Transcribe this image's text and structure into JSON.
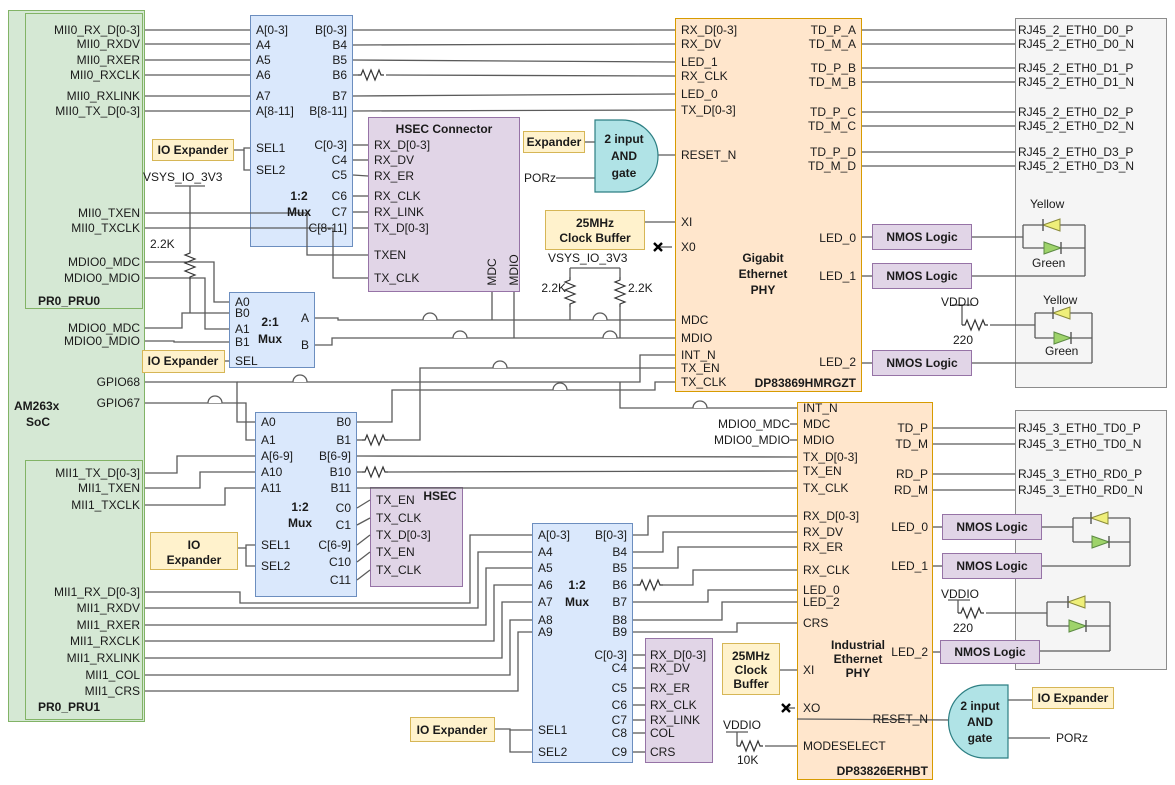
{
  "soc": {
    "title1": "AM263x",
    "title2": "SoC",
    "pru0": "PR0_PRU0",
    "pru1": "PR0_PRU1",
    "signals": [
      "MII0_RX_D[0-3]",
      "MII0_RXDV",
      "MII0_RXER",
      "MII0_RXCLK",
      "MII0_RXLINK",
      "MII0_TX_D[0-3]",
      "MII0_TXEN",
      "MII0_TXCLK",
      "MDIO0_MDC",
      "MDIO0_MDIO",
      "MDIO0_MDC",
      "MDIO0_MDIO",
      "GPIO68",
      "GPIO67",
      "MII1_TX_D[0-3]",
      "MII1_TXEN",
      "MII1_TXCLK",
      "MII1_RX_D[0-3]",
      "MII1_RXDV",
      "MII1_RXER",
      "MII1_RXCLK",
      "MII1_RXLINK",
      "MII1_COL",
      "MII1_CRS"
    ]
  },
  "mux1": {
    "t1": "1:2",
    "t2": "Mux",
    "left": [
      "A[0-3]",
      "A4",
      "A5",
      "A6",
      "A7",
      "A[8-11]",
      "SEL1",
      "SEL2"
    ],
    "right": [
      "B[0-3]",
      "B4",
      "B5",
      "B6",
      "B7",
      "B[8-11]"
    ],
    "c": [
      "C[0-3]",
      "C4",
      "C5",
      "C6",
      "C7",
      "C[8-11]"
    ]
  },
  "mux21": {
    "t1": "2:1",
    "t2": "Mux",
    "pins": [
      "A0",
      "B0",
      "A1",
      "B1",
      "SEL"
    ],
    "out": [
      "A",
      "B"
    ]
  },
  "mux2": {
    "t1": "1:2",
    "t2": "Mux",
    "left": [
      "A0",
      "A1",
      "A[6-9]",
      "A10",
      "A11",
      "SEL1",
      "SEL2"
    ],
    "right": [
      "B0",
      "B1",
      "B[6-9]",
      "B10",
      "B11"
    ],
    "c": [
      "C0",
      "C1",
      "C[6-9]",
      "C10",
      "C11"
    ]
  },
  "mux3": {
    "t1": "1:2",
    "t2": "Mux",
    "left": [
      "A[0-3]",
      "A4",
      "A5",
      "A6",
      "A7",
      "A8",
      "A9",
      "SEL1",
      "SEL2"
    ],
    "right": [
      "B[0-3]",
      "B4",
      "B5",
      "B6",
      "B7",
      "B8",
      "B9"
    ],
    "c": [
      "C[0-3]",
      "C4",
      "C5",
      "C6",
      "C7",
      "C8",
      "C9"
    ]
  },
  "hsec1": {
    "title": "HSEC Connector",
    "pins": [
      "RX_D[0-3]",
      "RX_DV",
      "RX_ER",
      "RX_CLK",
      "RX_LINK",
      "TX_D[0-3]",
      "TXEN",
      "TX_CLK"
    ],
    "mdc": "MDC",
    "mdio": "MDIO"
  },
  "hsec2": {
    "title": "HSEC",
    "pins": [
      "TX_EN",
      "TX_CLK",
      "TX_D[0-3]",
      "TX_EN",
      "TX_CLK"
    ]
  },
  "rxblk": {
    "pins": [
      "RX_D[0-3]",
      "RX_DV",
      "RX_ER",
      "RX_CLK",
      "RX_LINK",
      "COL",
      "CRS"
    ]
  },
  "phy1": {
    "t1": "Gigabit",
    "t2": "Ethernet",
    "t3": "PHY",
    "part": "DP83869HMRGZT",
    "left": [
      "RX_D[0-3]",
      "RX_DV",
      "LED_1",
      "RX_CLK",
      "LED_0",
      "TX_D[0-3]",
      "RESET_N",
      "XI",
      "X0",
      "MDC",
      "MDIO",
      "INT_N",
      "TX_EN",
      "TX_CLK"
    ],
    "right": [
      "TD_P_A",
      "TD_M_A",
      "TD_P_B",
      "TD_M_B",
      "TD_P_C",
      "TD_M_C",
      "TD_P_D",
      "TD_M_D",
      "LED_0",
      "LED_1",
      "LED_2"
    ]
  },
  "phy2": {
    "t1": "Industrial",
    "t2": "Ethernet",
    "t3": "PHY",
    "part": "DP83826ERHBT",
    "left": [
      "INT_N",
      "MDC",
      "MDIO",
      "TX_D[0-3]",
      "TX_EN",
      "TX_CLK",
      "RX_D[0-3]",
      "RX_DV",
      "RX_ER",
      "RX_CLK",
      "LED_0",
      "LED_2",
      "CRS",
      "XI",
      "XO",
      "MODESELECT"
    ],
    "right": [
      "TD_P",
      "TD_M",
      "RD_P",
      "RD_M",
      "LED_0",
      "LED_1",
      "LED_2",
      "RESET_N"
    ]
  },
  "rj45_2": {
    "pins": [
      "RJ45_2_ETH0_D0_P",
      "RJ45_2_ETH0_D0_N",
      "RJ45_2_ETH0_D1_P",
      "RJ45_2_ETH0_D1_N",
      "RJ45_2_ETH0_D2_P",
      "RJ45_2_ETH0_D2_N",
      "RJ45_2_ETH0_D3_P",
      "RJ45_2_ETH0_D3_N"
    ],
    "led1_top": "Yellow",
    "led1_bot": "Green",
    "led2_top": "Yellow",
    "led2_bot": "Green"
  },
  "rj45_3": {
    "pins": [
      "RJ45_3_ETH0_TD0_P",
      "RJ45_3_ETH0_TD0_N",
      "RJ45_3_ETH0_RD0_P",
      "RJ45_3_ETH0_RD0_N"
    ]
  },
  "boxes": {
    "io_expander": "IO Expander",
    "expander": "Expander",
    "io1": "IO",
    "io2": "Expander",
    "nmos": "NMOS Logic"
  },
  "clk1": {
    "l1": "25MHz",
    "l2": "Clock Buffer"
  },
  "clk2": {
    "l1": "25MHz",
    "l2": "Clock",
    "l3": "Buffer"
  },
  "andgate": {
    "l1": "2 input",
    "l2": "AND",
    "l3": "gate"
  },
  "power": {
    "vsys": "VSYS_IO_3V3",
    "vddio": "VDDIO",
    "porz": "PORz"
  },
  "res": {
    "r22": "2.2K",
    "r220": "220",
    "r10k": "10K"
  },
  "ext": {
    "mdc": "MDIO0_MDC",
    "mdio": "MDIO0_MDIO"
  },
  "colors": {
    "green": "#d5e8d4",
    "blue": "#dae8fc",
    "purple": "#e1d5e7",
    "orange": "#ffe6cc",
    "yellow": "#fff2cc",
    "teal": "#b0e3e6",
    "gray_box": "#f5f5f5",
    "wire": "#5b5b5b",
    "led_yellow": "#efef7a",
    "led_green": "#9ed36a"
  }
}
